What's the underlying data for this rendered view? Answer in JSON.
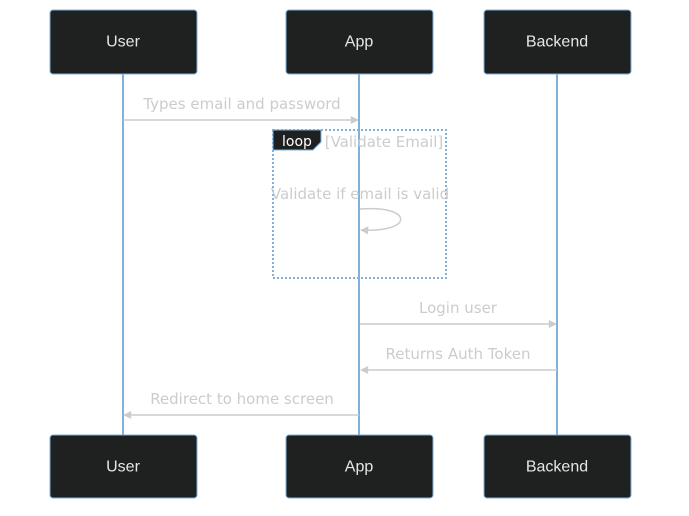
{
  "diagram": {
    "type": "sequence",
    "actors": [
      {
        "id": "user",
        "label": "User"
      },
      {
        "id": "app",
        "label": "App"
      },
      {
        "id": "backend",
        "label": "Backend"
      }
    ],
    "messages": [
      {
        "from": "user",
        "to": "app",
        "label": "Types email and password"
      },
      {
        "from": "app",
        "to": "app",
        "label": "Validate if email is valid"
      },
      {
        "from": "app",
        "to": "backend",
        "label": "Login user"
      },
      {
        "from": "backend",
        "to": "app",
        "label": "Returns Auth Token"
      },
      {
        "from": "app",
        "to": "user",
        "label": "Redirect to home screen"
      }
    ],
    "loop": {
      "keyword": "loop",
      "condition": "[Validate Email]"
    },
    "colors": {
      "actor_fill": "#1f2020",
      "actor_border": "#81b1db",
      "actor_text": "#e6e6e6",
      "lifeline": "#81b1db",
      "message": "#cccccc"
    }
  }
}
